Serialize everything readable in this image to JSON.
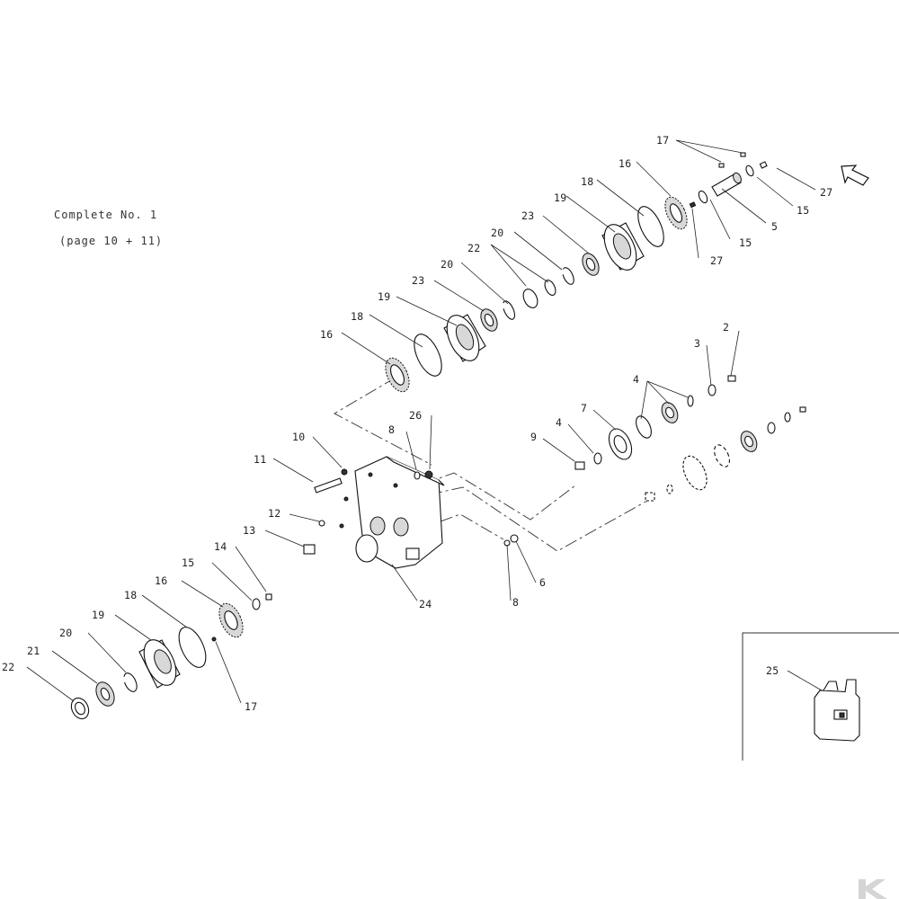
{
  "note": {
    "line1": "Complete No. 1",
    "line2": "(page 10 + 11)"
  },
  "labels": {
    "l17a": "17",
    "l16a": "16",
    "l18a": "18",
    "l19a": "19",
    "l23a": "23",
    "l20a": "20",
    "l22a": "22",
    "l20b": "20",
    "l23b": "23",
    "l19b": "19",
    "l18b": "18",
    "l16b": "16",
    "l27a": "27",
    "l15a": "15",
    "l5": "5",
    "l15b": "15",
    "l27b": "27",
    "l2": "2",
    "l3": "3",
    "l4a": "4",
    "l7": "7",
    "l4b": "4",
    "l9": "9",
    "l26": "26",
    "l8a": "8",
    "l10": "10",
    "l11": "11",
    "l12": "12",
    "l13": "13",
    "l14": "14",
    "l15c": "15",
    "l16c": "16",
    "l18c": "18",
    "l19c": "19",
    "l20c": "20",
    "l21": "21",
    "l22b": "22",
    "l17b": "17",
    "l24": "24",
    "l6": "6",
    "l8b": "8",
    "l25": "25"
  },
  "icons": {
    "direction_arrow": "outline-arrow-icon",
    "brand_logo": "k-logo-icon"
  },
  "colors": {
    "line": "#222222",
    "background": "#ffffff"
  }
}
